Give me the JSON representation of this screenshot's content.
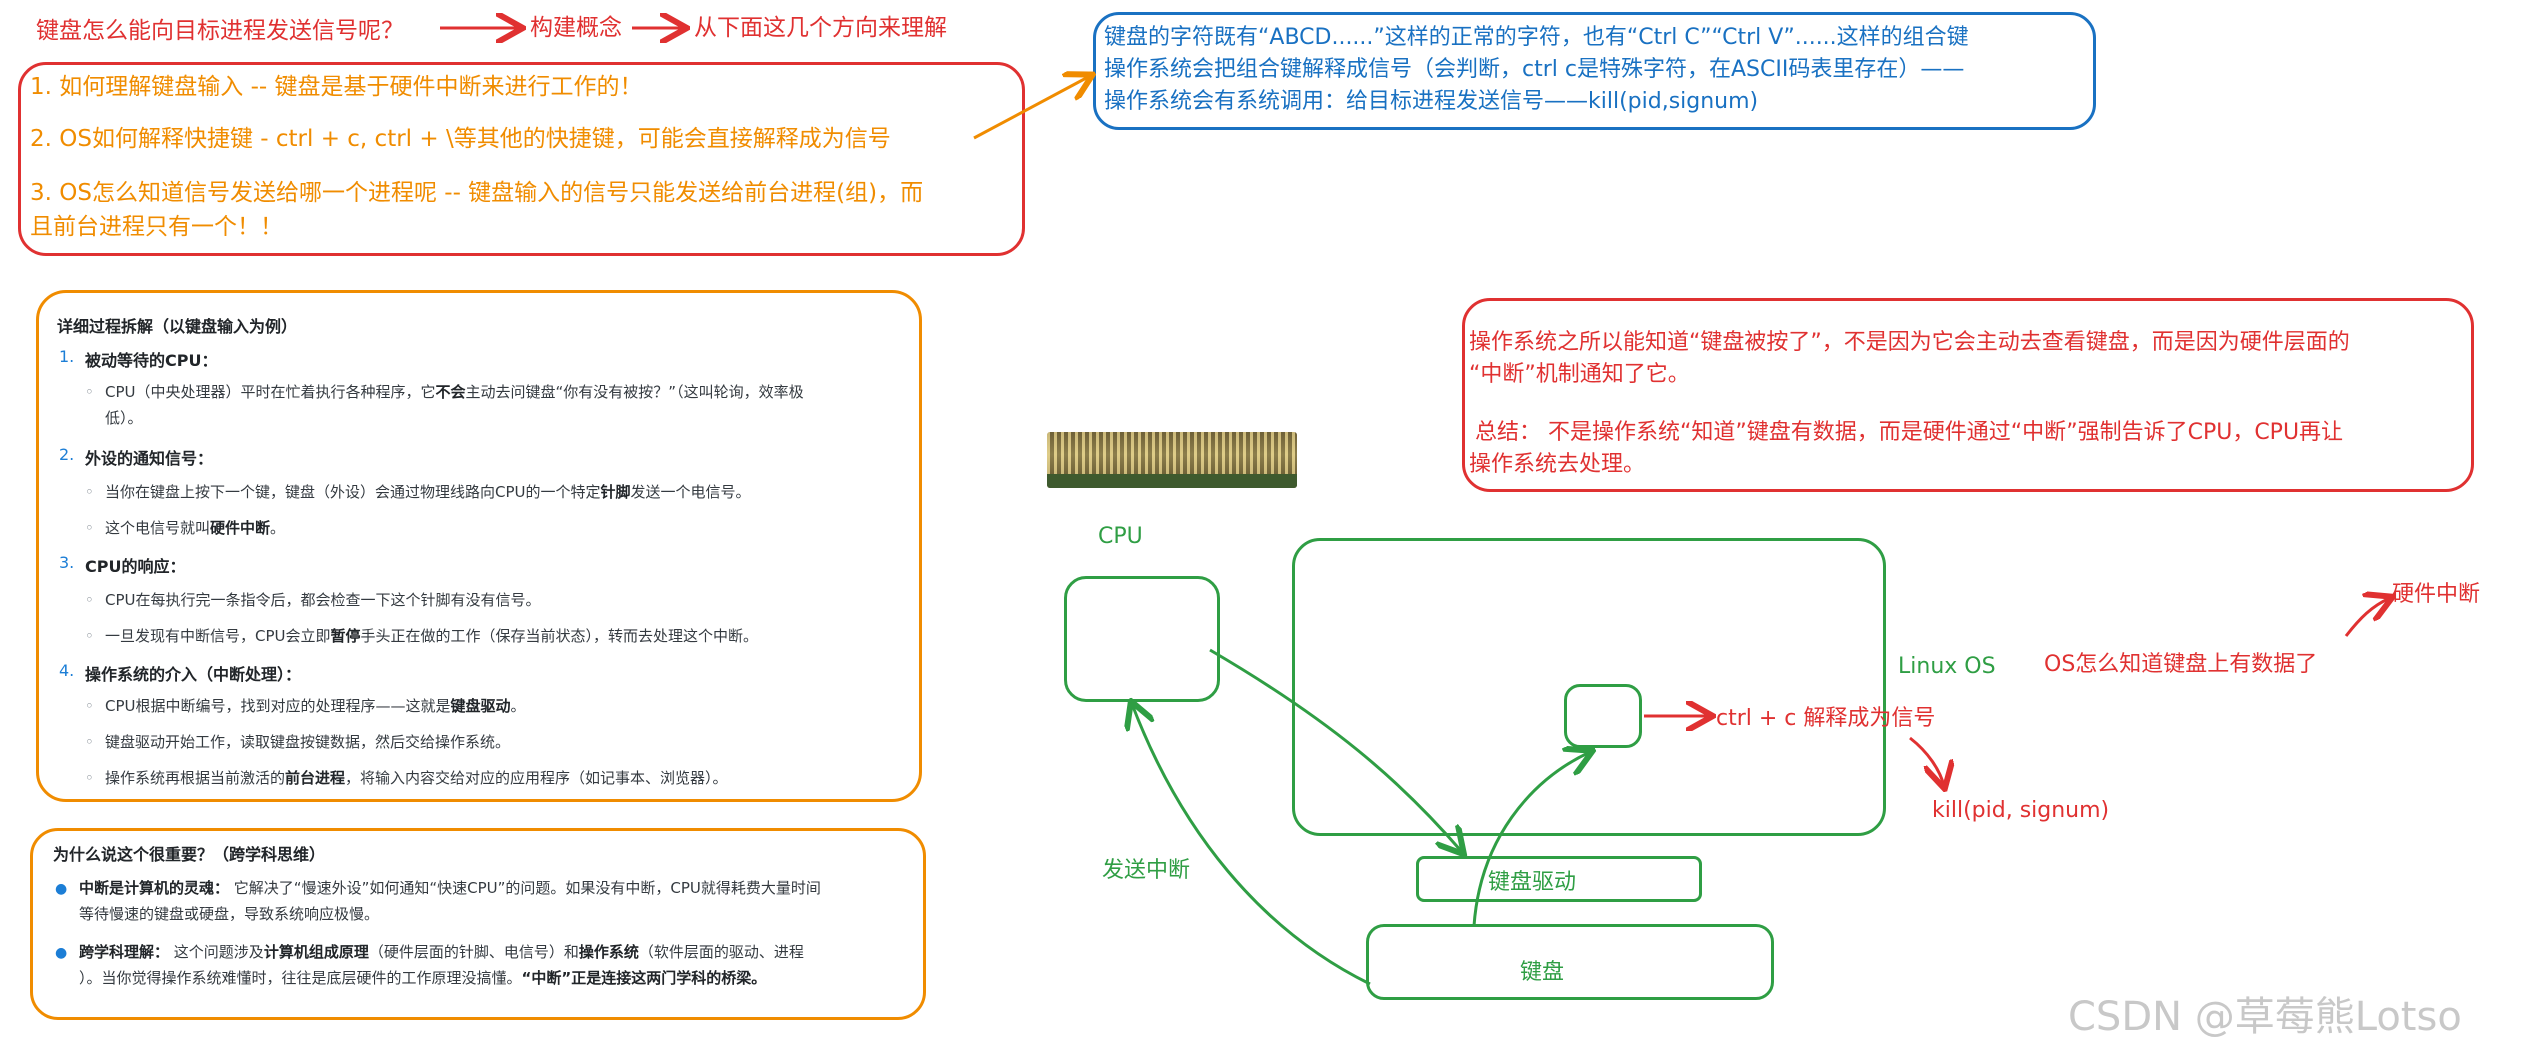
{
  "title_row": {
    "question": "键盘怎么能向目标进程发送信号呢？",
    "step1": "构建概念",
    "step2": "从下面这几个方向来理解"
  },
  "points": [
    "1. 如何理解键盘输入 -- 键盘是基于硬件中断来进行工作的！",
    "2. OS如何解释快捷键 - ctrl + c, ctrl + \\等其他的快捷键，可能会直接解释成为信号",
    "3. OS怎么知道信号发送给哪一个进程呢 -- 键盘输入的信号只能发送给前台进程(组)，而",
    "且前台进程只有一个！！"
  ],
  "keys_box": [
    "键盘的字符既有“ABCD......”这样的正常的字符，也有“Ctrl C”“Ctrl V”......这样的组合键",
    "操作系统会把组合键解释成信号（会判断，ctrl c是特殊字符，在ASCII码表里存在）——",
    "操作系统会有系统调用：给目标进程发送信号——kill(pid,signum)"
  ],
  "detail": {
    "heading": "详细过程拆解（以键盘输入为例）",
    "sections": [
      {
        "num": "1.",
        "title": "被动等待的CPU：",
        "items": [
          {
            "pre": "CPU（中央处理器）平时在忙着执行各种程序，它",
            "bold": "不会",
            "post": "主动去问键盘“你有没有被按？”（这叫轮询，效率极"
          },
          {
            "pre": "低）。",
            "bold": "",
            "post": ""
          }
        ]
      },
      {
        "num": "2.",
        "title": "外设的通知信号：",
        "items": [
          {
            "pre": "当你在键盘上按下一个键，键盘（外设）会通过物理线路向CPU的一个特定",
            "bold": "针脚",
            "post": "发送一个电信号。"
          },
          {
            "pre": "这个电信号就叫",
            "bold": "硬件中断",
            "post": "。"
          }
        ]
      },
      {
        "num": "3.",
        "title": "CPU的响应：",
        "items": [
          {
            "pre": "CPU在每执行完一条指令后，都会检查一下这个针脚有没有信号。",
            "bold": "",
            "post": ""
          },
          {
            "pre": "一旦发现有中断信号，CPU会立即",
            "bold": "暂停",
            "post": "手头正在做的工作（保存当前状态），转而去处理这个中断。"
          }
        ]
      },
      {
        "num": "4.",
        "title": "操作系统的介入（中断处理）：",
        "items": [
          {
            "pre": "CPU根据中断编号，找到对应的处理程序——这就是",
            "bold": "键盘驱动",
            "post": "。"
          },
          {
            "pre": "键盘驱动开始工作，读取键盘按键数据，然后交给操作系统。",
            "bold": "",
            "post": ""
          },
          {
            "pre": "操作系统再根据当前激活的",
            "bold": "前台进程",
            "post": "，将输入内容交给对应的应用程序（如记事本、浏览器）。"
          }
        ]
      }
    ]
  },
  "why": {
    "heading": "为什么说这个很重要？（跨学科思维）",
    "b1_label": "中断是计算机的灵魂：",
    "b1_text": "它解决了“慢速外设”如何通知“快速CPU”的问题。如果没有中断，CPU就得耗费大量时间",
    "b1_text2": "等待慢速的键盘或硬盘，导致系统响应极慢。",
    "b2_label": "跨学科理解：",
    "b2_pre": "这个问题涉及",
    "b2_bold1": "计算机组成原理",
    "b2_mid": "（硬件层面的针脚、电信号）和",
    "b2_bold2": "操作系统",
    "b2_post": "（软件层面的驱动、进程",
    "b2_line2_pre": "）。当你觉得操作系统难懂时，往往是底层硬件的工作原理没搞懂。",
    "b2_line2_bold": "“中断”正是连接这两门学科的桥梁。"
  },
  "summary": {
    "line1": "操作系统之所以能知道“键盘被按了”，不是因为它会主动去查看键盘，而是因为硬件层面的",
    "line2": "“中断”机制通知了它。",
    "line3": "总结： 不是操作系统“知道”键盘有数据，而是硬件通过“中断”强制告诉了CPU，CPU再让",
    "line4": "操作系统去处理。"
  },
  "diagram": {
    "cpu_label": "CPU",
    "os_label": "Linux OS",
    "send_interrupt": "发送中断",
    "driver_label": "键盘驱动",
    "keyboard_label": "键盘",
    "ctrlc_label": "ctrl + c 解释成为信号",
    "kill_label": "kill(pid, signum)",
    "os_question": "OS怎么知道键盘上有数据了",
    "hw_interrupt": "硬件中断"
  },
  "watermark": "CSDN @草莓熊Lotso",
  "colors": {
    "red": "#e03131",
    "orange": "#f08c00",
    "blue": "#1971c2",
    "green": "#2f9e44"
  }
}
